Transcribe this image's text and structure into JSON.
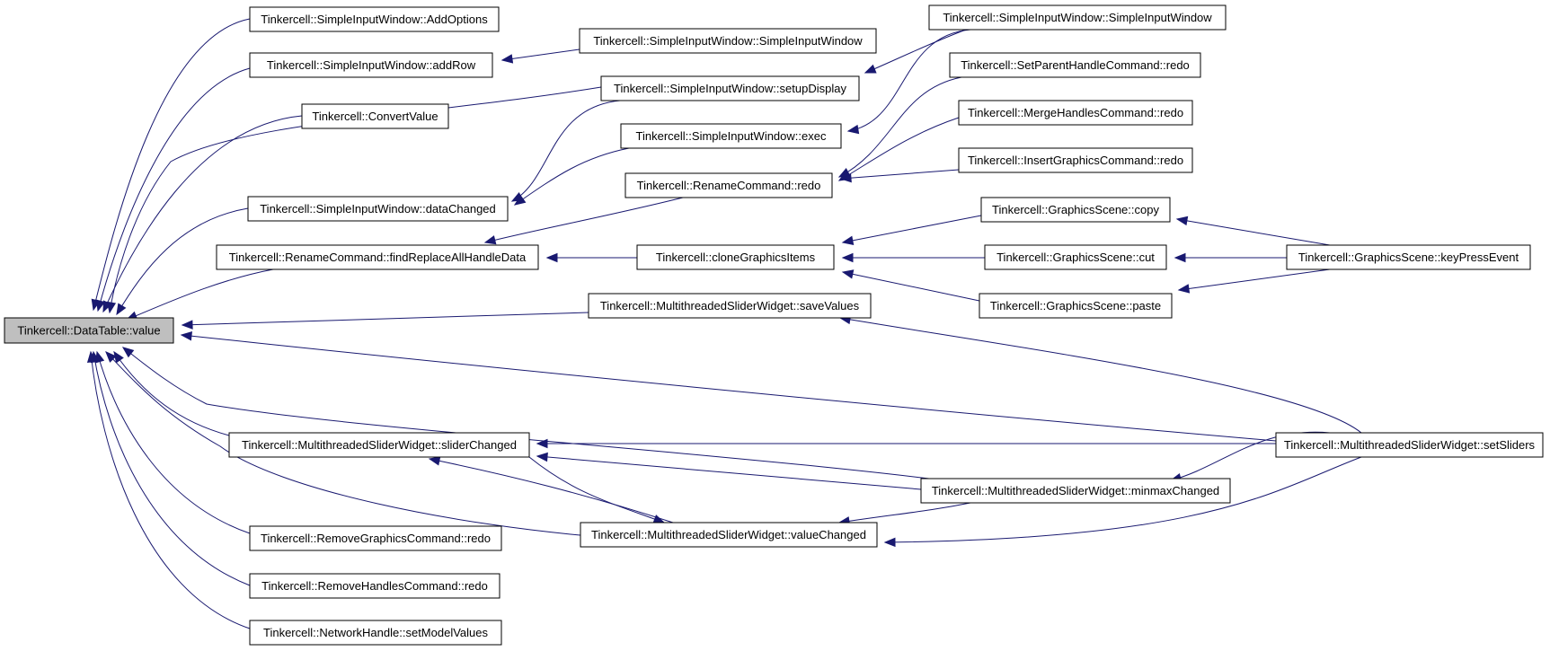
{
  "graph": {
    "edge_color": "#191970",
    "root_fill": "#bfbfbf",
    "nodes": [
      {
        "id": "value",
        "label": "Tinkercell::DataTable::value",
        "root": true
      },
      {
        "id": "addOptions",
        "label": "Tinkercell::SimpleInputWindow::AddOptions"
      },
      {
        "id": "addRow",
        "label": "Tinkercell::SimpleInputWindow::addRow"
      },
      {
        "id": "siwCtorA",
        "label": "Tinkercell::SimpleInputWindow::SimpleInputWindow"
      },
      {
        "id": "siwCtorB",
        "label": "Tinkercell::SimpleInputWindow::SimpleInputWindow"
      },
      {
        "id": "setupDisplay",
        "label": "Tinkercell::SimpleInputWindow::setupDisplay"
      },
      {
        "id": "convertValue",
        "label": "Tinkercell::ConvertValue"
      },
      {
        "id": "exec",
        "label": "Tinkercell::SimpleInputWindow::exec"
      },
      {
        "id": "setParentRedo",
        "label": "Tinkercell::SetParentHandleCommand::redo"
      },
      {
        "id": "mergeRedo",
        "label": "Tinkercell::MergeHandlesCommand::redo"
      },
      {
        "id": "insertRedo",
        "label": "Tinkercell::InsertGraphicsCommand::redo"
      },
      {
        "id": "renameRedo",
        "label": "Tinkercell::RenameCommand::redo"
      },
      {
        "id": "dataChanged",
        "label": "Tinkercell::SimpleInputWindow::dataChanged"
      },
      {
        "id": "findReplace",
        "label": "Tinkercell::RenameCommand::findReplaceAllHandleData"
      },
      {
        "id": "cloneItems",
        "label": "Tinkercell::cloneGraphicsItems"
      },
      {
        "id": "copy",
        "label": "Tinkercell::GraphicsScene::copy"
      },
      {
        "id": "cut",
        "label": "Tinkercell::GraphicsScene::cut"
      },
      {
        "id": "paste",
        "label": "Tinkercell::GraphicsScene::paste"
      },
      {
        "id": "keyPress",
        "label": "Tinkercell::GraphicsScene::keyPressEvent"
      },
      {
        "id": "saveValues",
        "label": "Tinkercell::MultithreadedSliderWidget::saveValues"
      },
      {
        "id": "sliderChanged",
        "label": "Tinkercell::MultithreadedSliderWidget::sliderChanged"
      },
      {
        "id": "setSliders",
        "label": "Tinkercell::MultithreadedSliderWidget::setSliders"
      },
      {
        "id": "minmaxChanged",
        "label": "Tinkercell::MultithreadedSliderWidget::minmaxChanged"
      },
      {
        "id": "valueChanged",
        "label": "Tinkercell::MultithreadedSliderWidget::valueChanged"
      },
      {
        "id": "removeGraphicsRedo",
        "label": "Tinkercell::RemoveGraphicsCommand::redo"
      },
      {
        "id": "removeHandlesRedo",
        "label": "Tinkercell::RemoveHandlesCommand::redo"
      },
      {
        "id": "setModelValues",
        "label": "Tinkercell::NetworkHandle::setModelValues"
      }
    ],
    "edges": [
      {
        "from": "addOptions",
        "to": "value"
      },
      {
        "from": "addRow",
        "to": "value"
      },
      {
        "from": "convertValue",
        "to": "value"
      },
      {
        "from": "setupDisplay",
        "to": "value"
      },
      {
        "from": "dataChanged",
        "to": "value"
      },
      {
        "from": "findReplace",
        "to": "value"
      },
      {
        "from": "saveValues",
        "to": "value"
      },
      {
        "from": "setSliders",
        "to": "value"
      },
      {
        "from": "minmaxChanged",
        "to": "value"
      },
      {
        "from": "sliderChanged",
        "to": "value"
      },
      {
        "from": "valueChanged",
        "to": "value"
      },
      {
        "from": "removeGraphicsRedo",
        "to": "value"
      },
      {
        "from": "removeHandlesRedo",
        "to": "value"
      },
      {
        "from": "setModelValues",
        "to": "value"
      },
      {
        "from": "siwCtorA",
        "to": "addRow"
      },
      {
        "from": "siwCtorB",
        "to": "setupDisplay"
      },
      {
        "from": "exec",
        "to": "dataChanged"
      },
      {
        "from": "setupDisplay",
        "to": "dataChanged"
      },
      {
        "from": "siwCtorB",
        "to": "exec"
      },
      {
        "from": "setParentRedo",
        "to": "renameRedo"
      },
      {
        "from": "mergeRedo",
        "to": "renameRedo"
      },
      {
        "from": "insertRedo",
        "to": "renameRedo"
      },
      {
        "from": "renameRedo",
        "to": "findReplace"
      },
      {
        "from": "cloneItems",
        "to": "findReplace"
      },
      {
        "from": "copy",
        "to": "cloneItems"
      },
      {
        "from": "cut",
        "to": "cloneItems"
      },
      {
        "from": "paste",
        "to": "cloneItems"
      },
      {
        "from": "keyPress",
        "to": "copy"
      },
      {
        "from": "keyPress",
        "to": "cut"
      },
      {
        "from": "keyPress",
        "to": "paste"
      },
      {
        "from": "setSliders",
        "to": "saveValues"
      },
      {
        "from": "setSliders",
        "to": "sliderChanged"
      },
      {
        "from": "setSliders",
        "to": "minmaxChanged"
      },
      {
        "from": "setSliders",
        "to": "valueChanged"
      },
      {
        "from": "minmaxChanged",
        "to": "sliderChanged"
      },
      {
        "from": "minmaxChanged",
        "to": "valueChanged"
      },
      {
        "from": "valueChanged",
        "to": "sliderChanged"
      },
      {
        "from": "sliderChanged",
        "to": "valueChanged"
      }
    ]
  }
}
